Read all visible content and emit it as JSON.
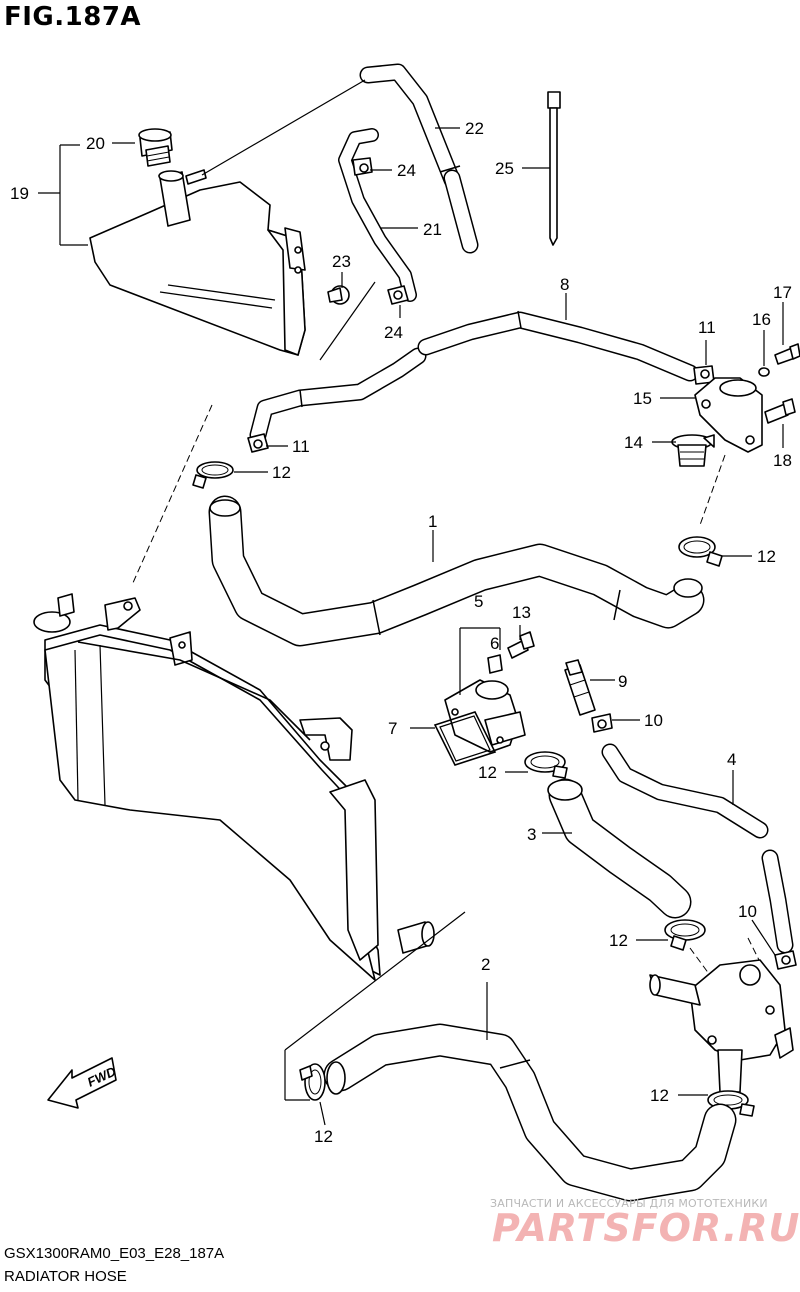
{
  "figure": {
    "title": "FIG.187A",
    "model_code": "GSX1300RAM0_E03_E28_187A",
    "section_name": "RADIATOR HOSE"
  },
  "watermark": {
    "tagline": "ЗАПЧАСТИ И АКСЕССУАРЫ ДЛЯ МОТОТЕХНИКИ",
    "brand": "PARTSFOR.RU"
  },
  "fwd_label": "FWD",
  "callouts": [
    {
      "id": "c1",
      "label": "1"
    },
    {
      "id": "c2",
      "label": "2"
    },
    {
      "id": "c3",
      "label": "3"
    },
    {
      "id": "c4",
      "label": "4"
    },
    {
      "id": "c5",
      "label": "5"
    },
    {
      "id": "c6",
      "label": "6"
    },
    {
      "id": "c7",
      "label": "7"
    },
    {
      "id": "c8",
      "label": "8"
    },
    {
      "id": "c9",
      "label": "9"
    },
    {
      "id": "c10a",
      "label": "10"
    },
    {
      "id": "c10b",
      "label": "10"
    },
    {
      "id": "c11a",
      "label": "11"
    },
    {
      "id": "c11b",
      "label": "11"
    },
    {
      "id": "c12a",
      "label": "12"
    },
    {
      "id": "c12b",
      "label": "12"
    },
    {
      "id": "c12c",
      "label": "12"
    },
    {
      "id": "c12d",
      "label": "12"
    },
    {
      "id": "c12e",
      "label": "12"
    },
    {
      "id": "c12f",
      "label": "12"
    },
    {
      "id": "c13",
      "label": "13"
    },
    {
      "id": "c14",
      "label": "14"
    },
    {
      "id": "c15",
      "label": "15"
    },
    {
      "id": "c16",
      "label": "16"
    },
    {
      "id": "c17",
      "label": "17"
    },
    {
      "id": "c18",
      "label": "18"
    },
    {
      "id": "c19",
      "label": "19"
    },
    {
      "id": "c20",
      "label": "20"
    },
    {
      "id": "c21",
      "label": "21"
    },
    {
      "id": "c22",
      "label": "22"
    },
    {
      "id": "c23",
      "label": "23"
    },
    {
      "id": "c24a",
      "label": "24"
    },
    {
      "id": "c24b",
      "label": "24"
    },
    {
      "id": "c25",
      "label": "25"
    }
  ]
}
